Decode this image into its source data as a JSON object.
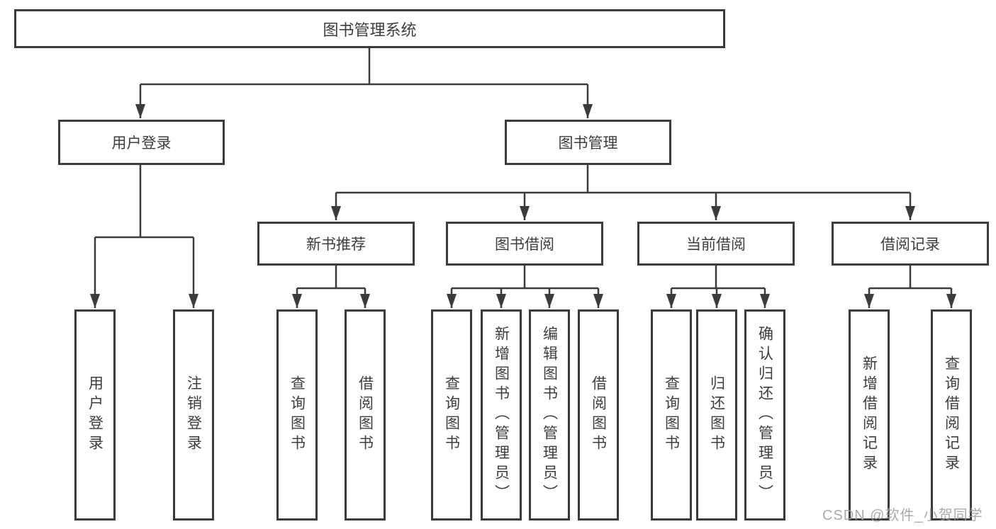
{
  "diagram": {
    "root": {
      "label": "图书管理系统"
    },
    "level2": [
      {
        "label": "用户登录"
      },
      {
        "label": "图书管理"
      }
    ],
    "level3": [
      {
        "label": "新书推荐"
      },
      {
        "label": "图书借阅"
      },
      {
        "label": "当前借阅"
      },
      {
        "label": "借阅记录"
      }
    ],
    "leaf_groups": [
      {
        "parent": "用户登录",
        "children": [
          {
            "label": "用户登录"
          },
          {
            "label": "注销登录"
          }
        ]
      },
      {
        "parent": "新书推荐",
        "children": [
          {
            "label": "查询图书"
          },
          {
            "label": "借阅图书"
          }
        ]
      },
      {
        "parent": "图书借阅",
        "children": [
          {
            "label": "查询图书"
          },
          {
            "label": "新增图书（管理员）"
          },
          {
            "label": "编辑图书（管理员）"
          },
          {
            "label": "借阅图书"
          }
        ]
      },
      {
        "parent": "当前借阅",
        "children": [
          {
            "label": "查询图书"
          },
          {
            "label": "归还图书"
          },
          {
            "label": "确认归还（管理员）"
          }
        ]
      },
      {
        "parent": "借阅记录",
        "children": [
          {
            "label": "新增借阅记录"
          },
          {
            "label": "查询借阅记录"
          }
        ]
      }
    ],
    "watermark": {
      "text": "CSDN @软件_小贺同学"
    },
    "colors": {
      "line": "#3b3b3b",
      "box_border": "#3b3b3b",
      "text": "#3d3d3d",
      "background": "#ffffff",
      "watermark": "#9e9ea4"
    }
  }
}
